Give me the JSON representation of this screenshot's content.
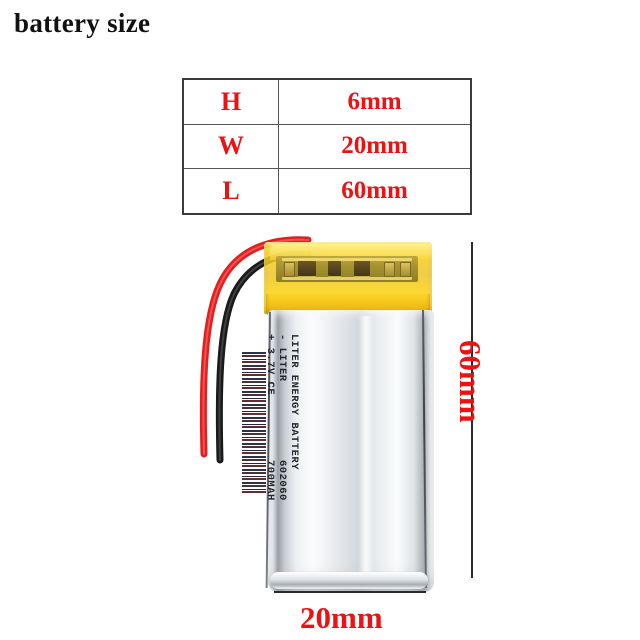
{
  "page": {
    "title": "battery size",
    "background_color": "#ffffff",
    "accent_color": "#ee1111",
    "line_color": "#2a2a2a"
  },
  "spec_table": {
    "rows": [
      {
        "key": "H",
        "value": "6mm"
      },
      {
        "key": "W",
        "value": "20mm"
      },
      {
        "key": "L",
        "value": "60mm"
      }
    ]
  },
  "battery": {
    "label_lines": {
      "line1": "LITER ENERGY BATTERY",
      "line2": "- LITER",
      "line3": "+ 3.7V CE",
      "model": "602060",
      "capacity": "700MAH"
    },
    "barcode": "barcode",
    "wires": {
      "positive": "red-wire",
      "negative": "black-wire"
    },
    "tape": "yellow-kapton-tape",
    "pcb": "protection-circuit-board"
  },
  "dimensions": {
    "height_callout": "60mm",
    "width_callout": "20mm"
  }
}
